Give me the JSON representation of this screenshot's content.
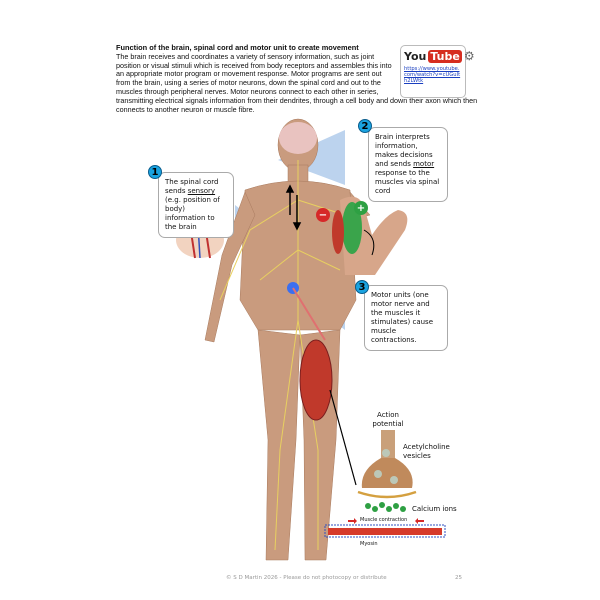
{
  "intro": {
    "title": "Function of the brain, spinal cord and motor unit to create movement",
    "body": "The brain receives and coordinates a variety of sensory information, such as joint position or visual stimuli which is received from body receptors and assembles this into an appropriate motor program or movement response. Motor programs are sent out from the brain, using a series of motor neurons, down the spinal cord and out to the muscles through peripheral nerves. Motor neurons connect to each other in series, transmitting electrical signals information from their dendrites, through a cell body and down their axon which then connects to another neuron or muscle fibre."
  },
  "youtube": {
    "you": "You",
    "tube": "Tube",
    "link": "https://www.youtube.com/watch?v=cUGuIth2LWtk"
  },
  "callouts": [
    {
      "num": "1",
      "pre": "The spinal cord sends ",
      "em": "sensory",
      "post": " (e.g. position of body) information to the brain"
    },
    {
      "num": "2",
      "pre": "Brain interprets information, makes decisions and sends ",
      "em": "motor",
      "post": " response to the muscles via spinal cord"
    },
    {
      "num": "3",
      "pre": "Motor units (one motor nerve and the muscles it stimulates) cause muscle contractions.",
      "em": "",
      "post": ""
    }
  ],
  "signs": {
    "minus": "−",
    "plus": "+"
  },
  "diagram": {
    "action": "Action potential",
    "ach": "Acetylcholine vesicles",
    "calcium": "Calcium ions",
    "contraction": "Muscle contraction",
    "myosin": "Myosin"
  },
  "footer": {
    "copyright": "© S D Martin 2026 - Please do not photocopy or distribute",
    "page": "25"
  }
}
